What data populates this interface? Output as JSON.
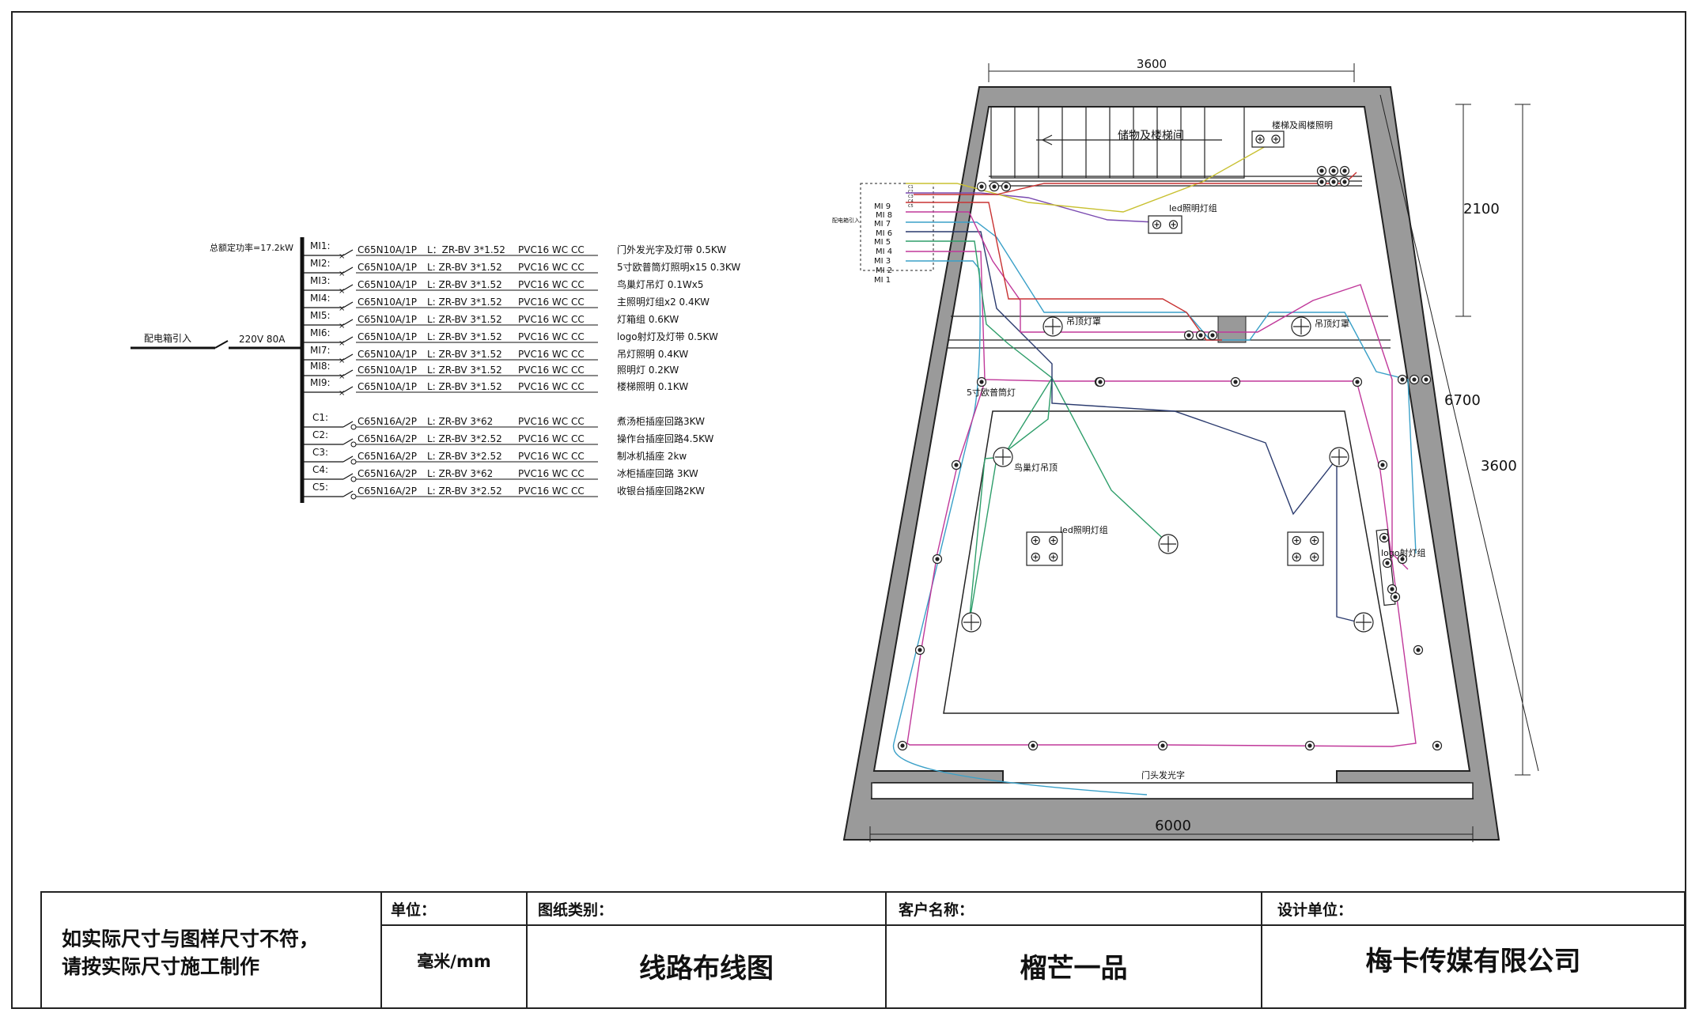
{
  "schedule": {
    "total_power": "总额定功率=17.2kW",
    "source_label": "配电箱引入",
    "main_breaker": "220V 80A",
    "circuits": [
      {
        "id": "MI1:",
        "breaker": "C65N10A/1P",
        "cable": "L：ZR-BV 3*1.52",
        "conduit": "PVC16  WC  CC",
        "load": "门外发光字及灯带  0.5KW"
      },
      {
        "id": "MI2:",
        "breaker": "C65N10A/1P",
        "cable": "L:  ZR-BV 3*1.52",
        "conduit": "PVC16  WC    CC",
        "load": "5寸欧普筒灯照明x15  0.3KW"
      },
      {
        "id": "MI3:",
        "breaker": "C65N10A/1P",
        "cable": "L:  ZR-BV 3*1.52",
        "conduit": "PVC16  WC    CC",
        "load": "鸟巢灯吊灯  0.1Wx5"
      },
      {
        "id": "MI4:",
        "breaker": "C65N10A/1P",
        "cable": "L:  ZR-BV 3*1.52",
        "conduit": "PVC16  WC    CC",
        "load": "主照明灯组x2  0.4KW"
      },
      {
        "id": "MI5:",
        "breaker": "C65N10A/1P",
        "cable": "L:  ZR-BV 3*1.52",
        "conduit": "PVC16  WC    CC",
        "load": "灯箱组  0.6KW"
      },
      {
        "id": "MI6:",
        "breaker": "C65N10A/1P",
        "cable": "L:  ZR-BV 3*1.52",
        "conduit": "PVC16  WC    CC",
        "load": "logo射灯及灯带  0.5KW"
      },
      {
        "id": "MI7:",
        "breaker": "C65N10A/1P",
        "cable": "L:  ZR-BV 3*1.52",
        "conduit": "PVC16  WC    CC",
        "load": "吊灯照明  0.4KW"
      },
      {
        "id": "MI8:",
        "breaker": "C65N10A/1P",
        "cable": "L:  ZR-BV 3*1.52",
        "conduit": "PVC16  WC    CC",
        "load": "照明灯  0.2KW"
      },
      {
        "id": "MI9:",
        "breaker": "C65N10A/1P",
        "cable": "L:  ZR-BV 3*1.52",
        "conduit": "PVC16  WC    CC",
        "load": "楼梯照明  0.1KW"
      },
      {
        "id": "C1:",
        "breaker": "C65N16A/2P",
        "cable": "L:  ZR-BV 3*62",
        "conduit": "PVC16  WC    CC",
        "load": "煮汤柜插座回路3KW"
      },
      {
        "id": "C2:",
        "breaker": "C65N16A/2P",
        "cable": "L:  ZR-BV 3*2.52",
        "conduit": "PVC16  WC    CC",
        "load": "操作台插座回路4.5KW"
      },
      {
        "id": "C3:",
        "breaker": "C65N16A/2P",
        "cable": "L:  ZR-BV 3*2.52",
        "conduit": "PVC16  WC    CC",
        "load": "制冰机插座  2kw"
      },
      {
        "id": "C4:",
        "breaker": "C65N16A/2P",
        "cable": "L:  ZR-BV 3*62",
        "conduit": "PVC16  WC    CC",
        "load": "冰柜插座回路 3KW"
      },
      {
        "id": "C5:",
        "breaker": "C65N16A/2P",
        "cable": "L:  ZR-BV 3*2.52",
        "conduit": "PVC16  WC    CC",
        "load": "收银台插座回路2KW"
      }
    ]
  },
  "plan": {
    "dims": {
      "top": "3600",
      "bottom": "6000",
      "right_upper": "2100",
      "right_mid": "6700",
      "right_lower": "3600"
    },
    "labels": {
      "storage": "储物及楼梯间",
      "stair_light": "楼梯及阁楼照明",
      "led_group_top": "led照明灯组",
      "led_group_mid": "led照明灯组",
      "ceiling_lamp_left": "吊顶灯罩",
      "ceiling_lamp_right": "吊顶灯罩",
      "downlight": "5寸欧普筒灯",
      "nest_lamp": "鸟巢灯吊顶",
      "logo_spot": "logo射灯组",
      "door_sign": "门头发光字",
      "panel_in": "配电箱引入",
      "panel_circuits": [
        "MI 9",
        "MI 8",
        "MI 7",
        "MI 6",
        "MI 5",
        "MI 4",
        "MI 3",
        "MI 2",
        "MI 1"
      ],
      "panel_small": [
        "C1",
        "C2",
        "C3",
        "C4",
        "C5"
      ]
    }
  },
  "title_block": {
    "note_line1": "如实际尺寸与图样尺寸不符，",
    "note_line2": "请按实际尺寸施工制作",
    "unit_label": "单位：",
    "unit_value": "毫米/mm",
    "type_label": "图纸类别：",
    "type_value": "线路布线图",
    "client_label": "客户名称：",
    "client_value": "榴芒一品",
    "designer_label": "设计单位：",
    "designer_value": "梅卡传媒有限公司"
  },
  "colors": {
    "line": "#111111",
    "wall": "#9a9a9a",
    "wire_magenta": "#c0389a",
    "wire_cyan": "#3aa0c8",
    "wire_green": "#2e9e6a",
    "wire_navy": "#2a3a6e",
    "wire_red": "#c83232",
    "wire_yellow": "#c8c030",
    "wire_purple": "#7a4ab0"
  }
}
